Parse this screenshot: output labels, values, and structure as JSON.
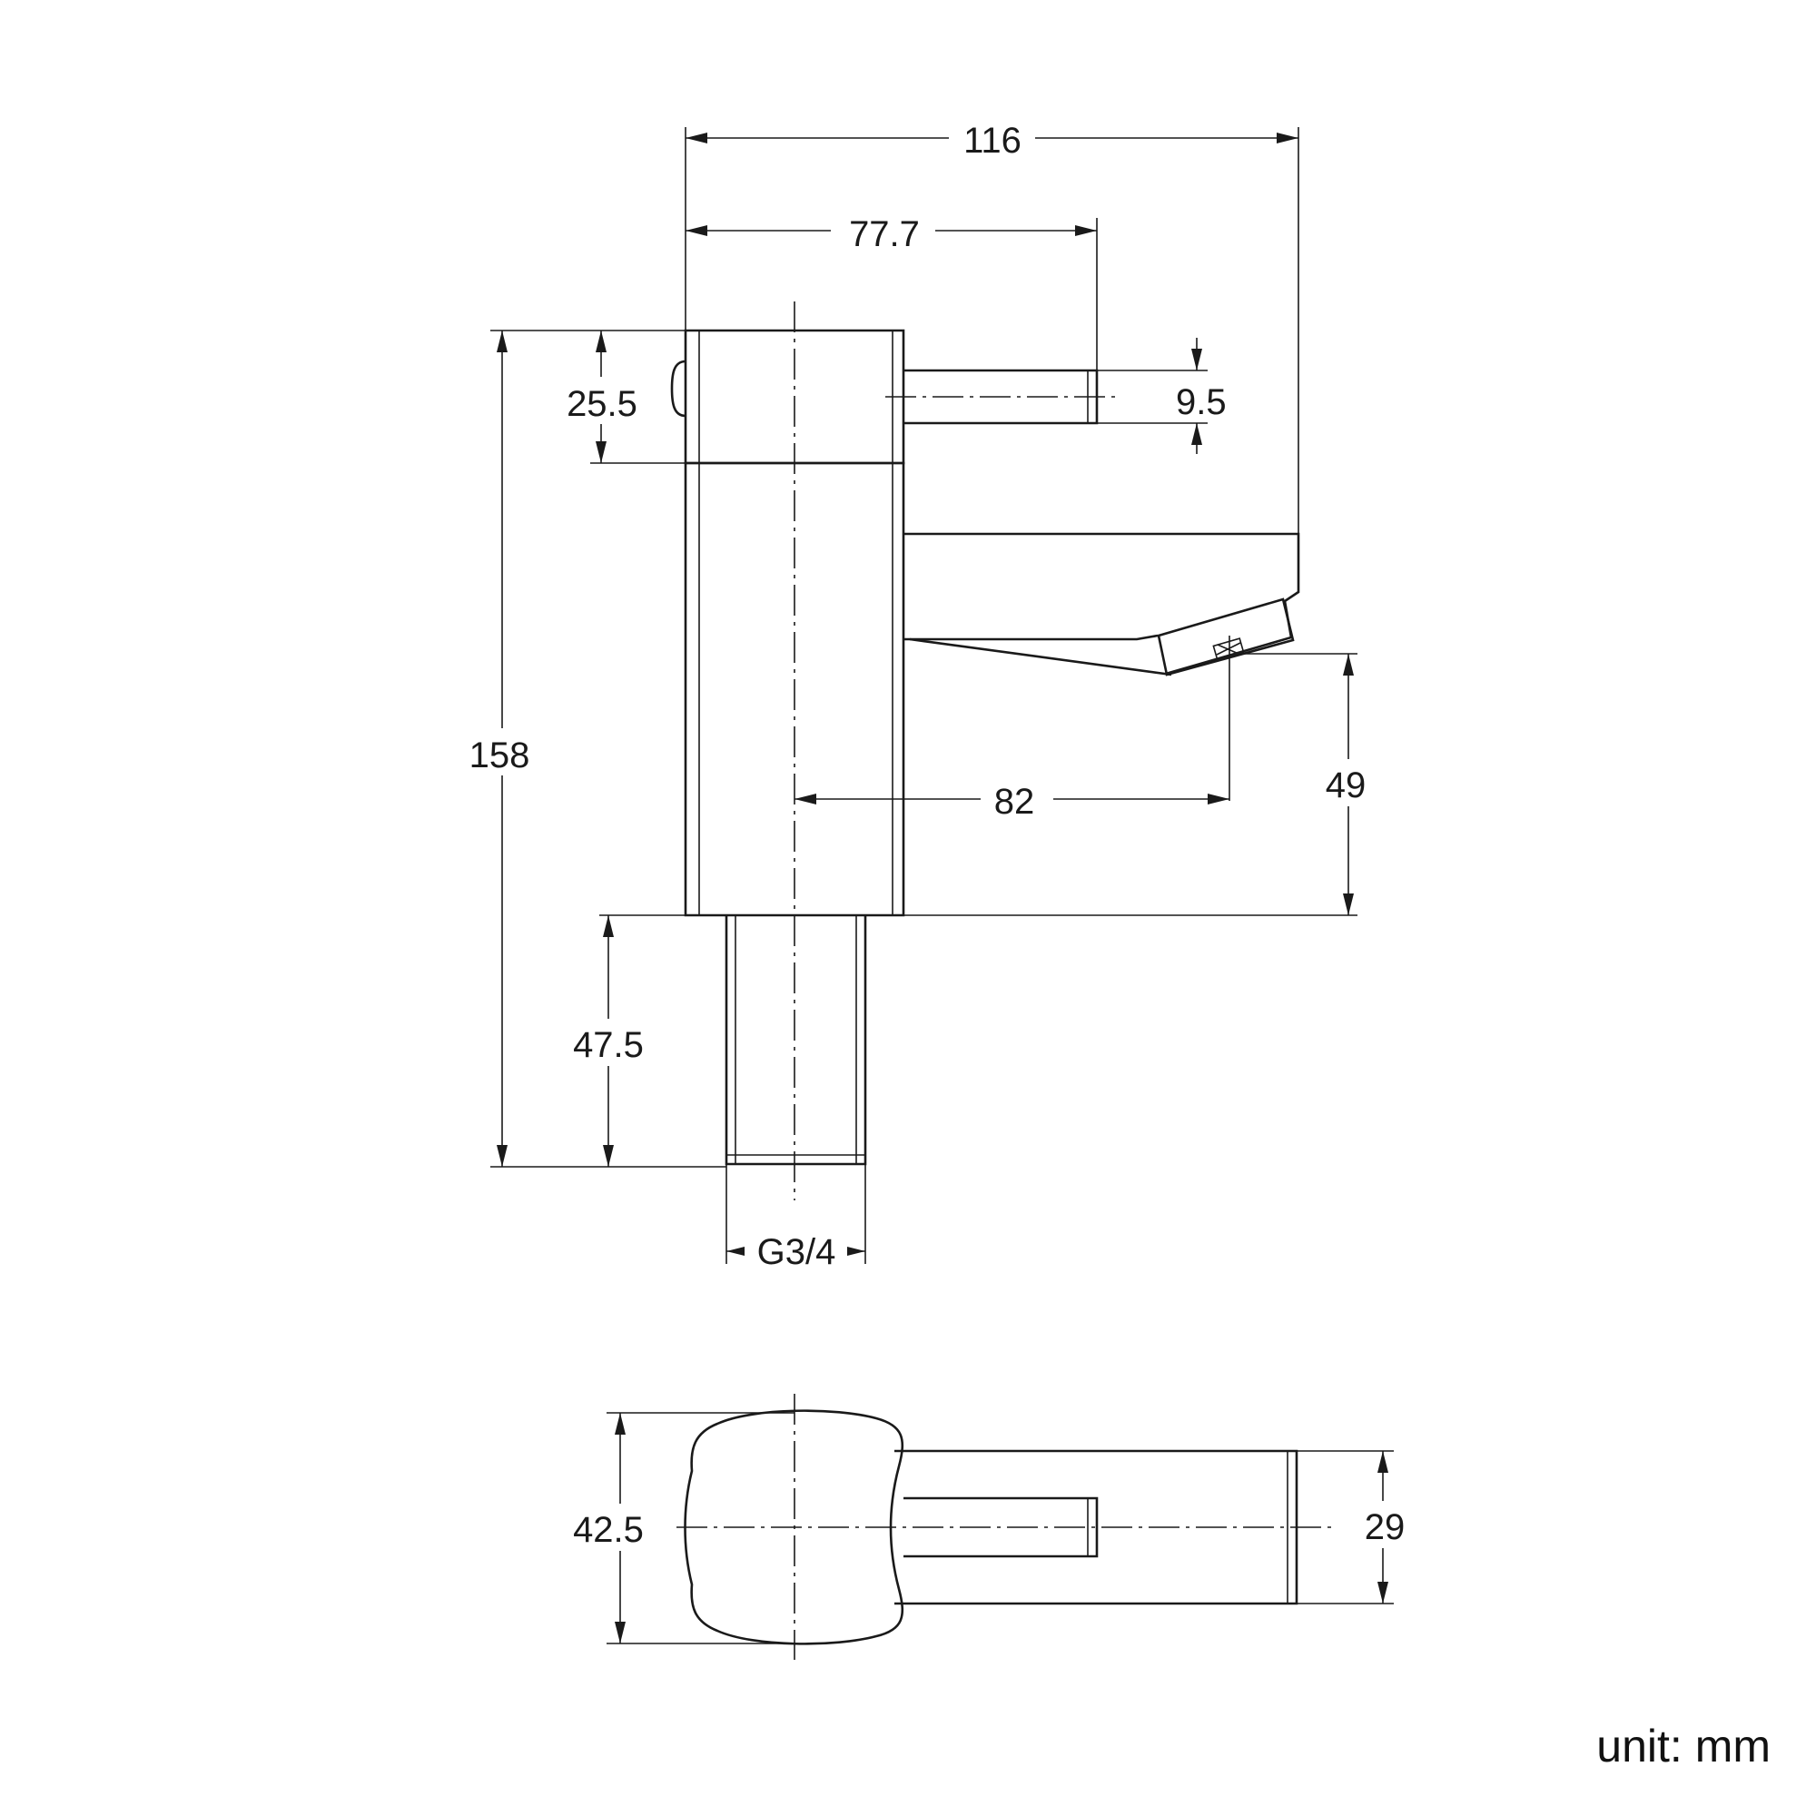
{
  "drawing": {
    "line_color": "#1a1a1a",
    "background": "#ffffff",
    "views": [
      "side-view",
      "top-view"
    ]
  },
  "dimensions": {
    "overall_width": "116",
    "handle_length": "77.7",
    "handle_thickness": "9.5",
    "cap_height": "25.5",
    "overall_height": "158",
    "spout_reach": "82",
    "spout_height": "49",
    "shank_length": "47.5",
    "thread": "G3/4",
    "body_width": "42.5",
    "spout_width": "29"
  },
  "unit_label": "unit: mm"
}
